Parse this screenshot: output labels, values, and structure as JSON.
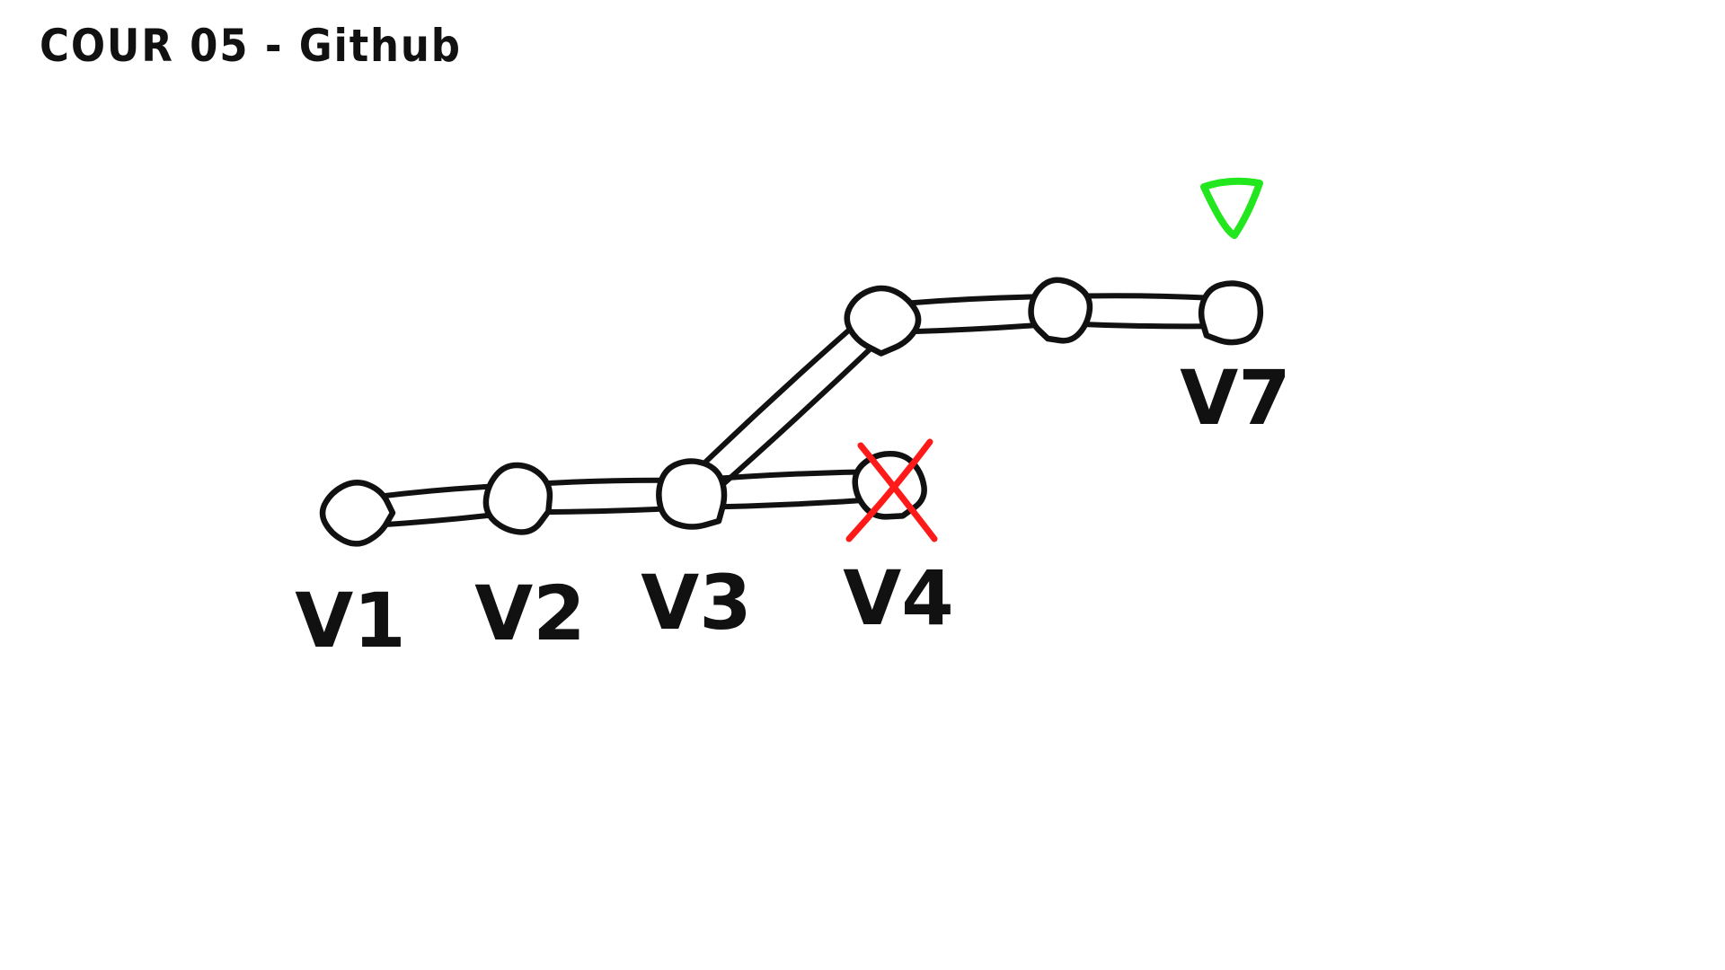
{
  "title": "COUR 05 - Github",
  "colors": {
    "ink": "#111111",
    "removed": "#ff1a1a",
    "head_marker": "#22e61e",
    "background": "#ffffff"
  },
  "graph": {
    "nodes": [
      {
        "id": "v1",
        "label": "V1"
      },
      {
        "id": "v2",
        "label": "V2"
      },
      {
        "id": "v3",
        "label": "V3"
      },
      {
        "id": "v4",
        "label": "V4",
        "status": "removed"
      },
      {
        "id": "v5",
        "label": ""
      },
      {
        "id": "v6",
        "label": ""
      },
      {
        "id": "v7",
        "label": "V7",
        "marker": "head-marker-triangle"
      }
    ],
    "edges": [
      {
        "from": "v1",
        "to": "v2"
      },
      {
        "from": "v2",
        "to": "v3"
      },
      {
        "from": "v3",
        "to": "v4"
      },
      {
        "from": "v3",
        "to": "v5"
      },
      {
        "from": "v5",
        "to": "v6"
      },
      {
        "from": "v6",
        "to": "v7"
      }
    ]
  }
}
